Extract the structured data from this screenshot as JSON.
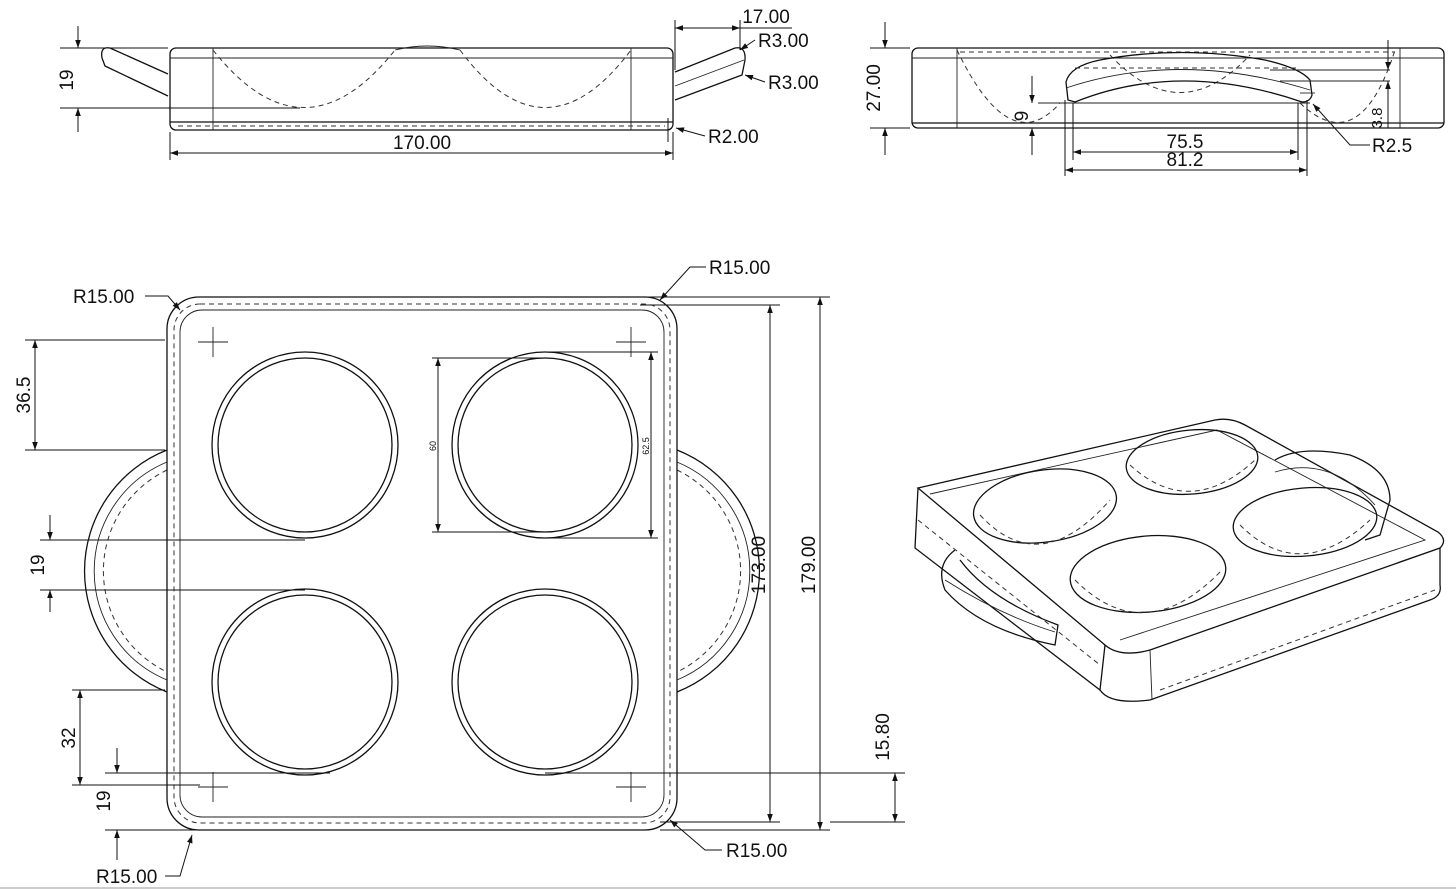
{
  "side_view": {
    "height_dim": "19",
    "width_dim": "170.00",
    "handle_dim": "17.00",
    "radius_top": "R3.00",
    "radius_mid": "R3.00",
    "radius_bottom": "R2.00"
  },
  "front_view": {
    "height_dim": "27.00",
    "handle_offset_dim": "9",
    "inner_width_dim": "75.5",
    "outer_width_dim": "81.2",
    "rim_dim": "3.8",
    "radius": "R2.5"
  },
  "plan_view": {
    "radius_top_left": "R15.00",
    "radius_top_right": "R15.00",
    "radius_bottom_left": "R15.00",
    "radius_bottom_right": "R15.00",
    "edge_to_handle_dim": "36.5",
    "handle_gap_dim": "19",
    "lower_offset_dim": "32",
    "corner_hole_dim": "19",
    "inner_height_dim": "173.00",
    "outer_height_dim": "179.00",
    "hole_offset_dim": "15.80",
    "cup_inner_dia": "60",
    "cup_outer_dia": "62.5"
  }
}
